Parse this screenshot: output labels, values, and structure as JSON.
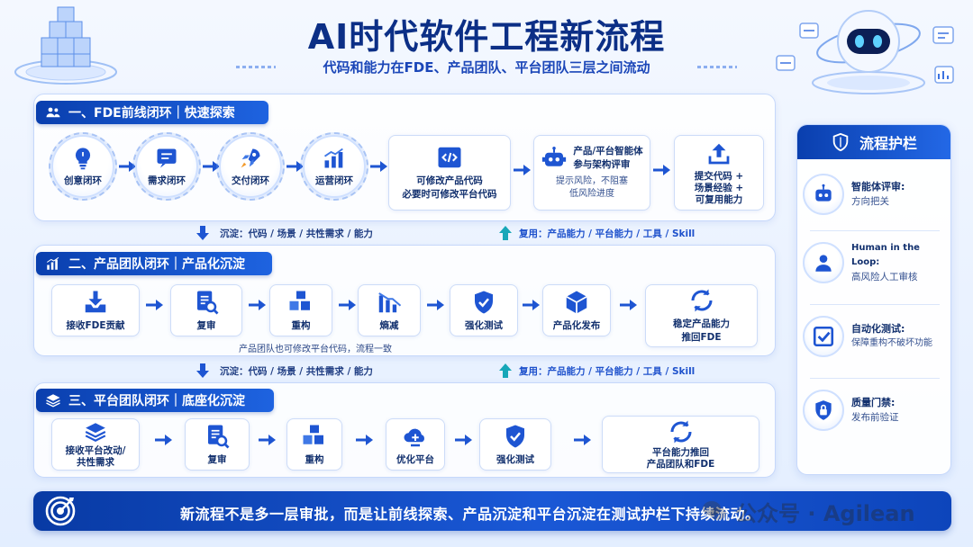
{
  "header": {
    "title": "AI时代软件工程新流程",
    "subtitle": "代码和能力在FDE、产品团队、平台团队三层之间流动"
  },
  "section1": {
    "label": "一、FDE前线闭环｜快速探索",
    "loops": [
      "创意闭环",
      "需求闭环",
      "交付闭环",
      "运营闭环"
    ],
    "modify": [
      "可修改产品代码",
      "必要时可修改平台代码"
    ],
    "review_title": [
      "产品/平台智能体",
      "参与架构评审"
    ],
    "review_note": [
      "提示风险，不阻塞",
      "低风险进度"
    ],
    "submit": [
      "提交代码 +",
      "场景经验 +",
      "可复用能力"
    ]
  },
  "between1": {
    "down": "沉淀：代码 / 场景 / 共性需求 / 能力",
    "up_label": "复用：",
    "up": "产品能力 / 平台能力 / 工具 / Skill"
  },
  "section2": {
    "label": "二、产品团队闭环｜产品化沉淀",
    "steps": [
      "接收FDE贡献",
      "复审",
      "重构",
      "熵减",
      "强化测试",
      "产品化发布"
    ],
    "final": [
      "稳定产品能力",
      "推回FDE"
    ],
    "note": "产品团队也可修改平台代码，流程一致"
  },
  "between2": {
    "down": "沉淀：代码 / 场景 / 共性需求 / 能力",
    "up_label": "复用：",
    "up": "产品能力 / 平台能力 / 工具 / Skill"
  },
  "section3": {
    "label": "三、平台团队闭环｜底座化沉淀",
    "first": [
      "接收平台改动/",
      "共性需求"
    ],
    "steps": [
      "复审",
      "重构",
      "优化平台",
      "强化测试"
    ],
    "final": [
      "平台能力推回",
      "产品团队和FDE"
    ]
  },
  "guardrails": {
    "title": "流程护栏",
    "items": [
      {
        "t1": "智能体评审:",
        "t2": "方向把关",
        "icon": "robot-icon"
      },
      {
        "t1": "Human in the Loop:",
        "t2": "高风险人工审核",
        "icon": "person-icon"
      },
      {
        "t1": "自动化测试:",
        "t2": "保障重构不破坏功能",
        "icon": "checkbox-icon"
      },
      {
        "t1": "质量门禁:",
        "t2": "发布前验证",
        "icon": "lock-shield-icon"
      }
    ]
  },
  "banner": {
    "text": "新流程不是多一层审批，而是让前线探索、产品沉淀和平台沉淀在测试护栏下持续流动。"
  },
  "watermark": {
    "text": "公众号 · Agilean"
  },
  "colors": {
    "primary": "#0a3fae",
    "accent": "#1e63e0",
    "text": "#12306e"
  }
}
